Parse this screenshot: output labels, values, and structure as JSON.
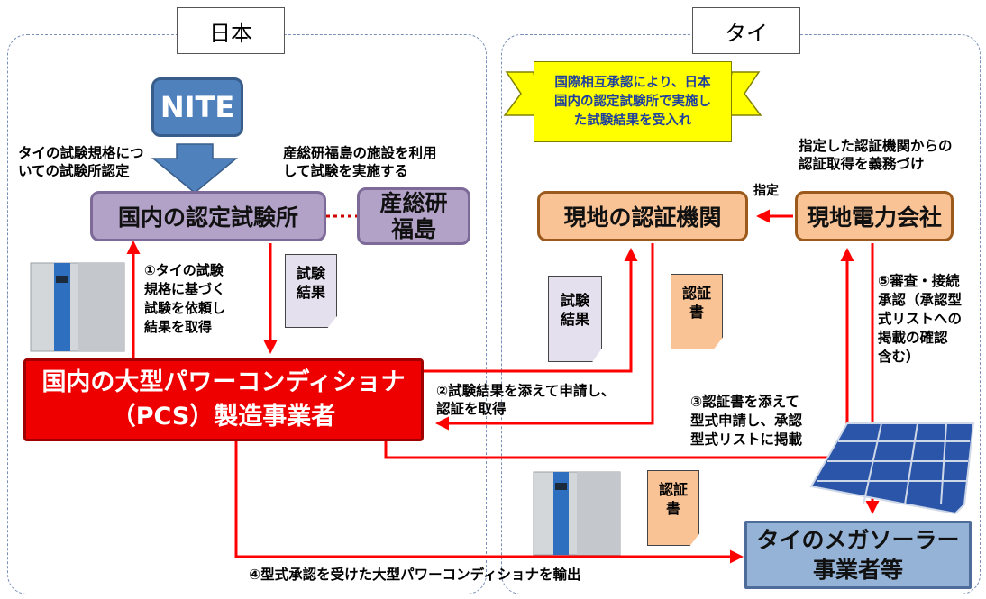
{
  "regions": {
    "japan_label": "日本",
    "thailand_label": "タイ"
  },
  "nodes": {
    "nite": "NITE",
    "domestic_lab": "国内の認定試験所",
    "aist_fukushima": "産総研\n福島",
    "manufacturer_line1": "国内の大型パワーコンディショナ",
    "manufacturer_line2": "（PCS）製造事業者",
    "local_cert_body": "現地の認証機関",
    "local_power_company": "現地電力会社",
    "mega_solar_line1": "タイのメガソーラー",
    "mega_solar_line2": "事業者等"
  },
  "banner": {
    "text": "国際相互承認により、日本\n国内の認定試験所で実施し\nた試験結果を受入れ"
  },
  "notes": {
    "lab_accreditation": "タイの試験規格につ\nいての試験所認定",
    "aist_use": "産総研福島の施設を利用\nして試験を実施する",
    "step1": "①タイの試験\n規格に基づく\n試験を依頼し\n結果を取得",
    "step2": "②試験結果を添えて申請し、\n認証を取得",
    "step3": "③認証書を添えて\n型式申請し、承認\n型式リストに掲載",
    "step4": "④型式承認を受けた大型パワーコンディショナを輸出",
    "step5": "⑤審査・接続\n承認（承認型\n式リストへの\n掲載の確認\n含む）",
    "designation": "指定",
    "obligation": "指定した認証機関からの\n認証取得を義務づけ"
  },
  "documents": {
    "test_result_1": "試験\n結果",
    "test_result_2": "試験\n結果",
    "certificate_1": "認証\n書",
    "certificate_2": "認証\n書"
  },
  "colors": {
    "arrow_red": "#ff0000",
    "manufacturer_fill": "#ee0000",
    "nite_fill": "#4f81bd",
    "banner_fill": "#ffff00",
    "purple_fill": "#b3a2c7",
    "orange_fill": "#f9c396",
    "solar_fill": "#95b3d7"
  }
}
